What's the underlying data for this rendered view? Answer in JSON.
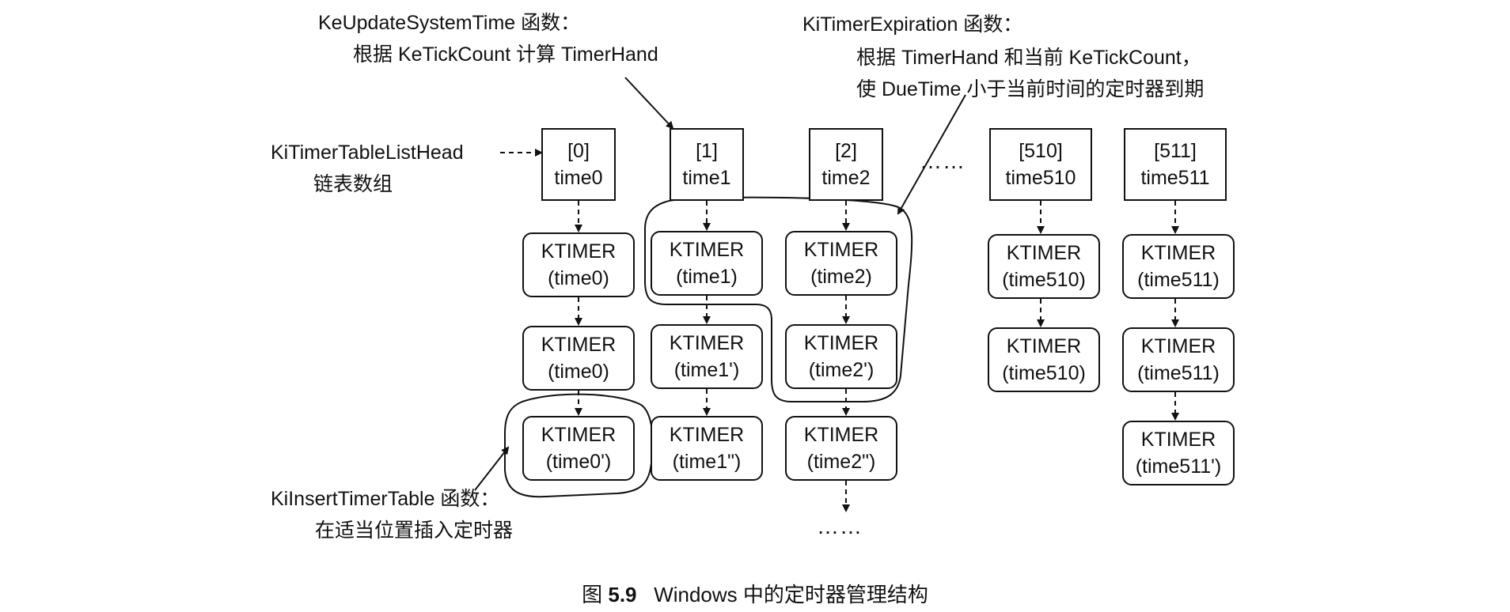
{
  "annotations": {
    "update_func": "KeUpdateSystemTime 函数：",
    "update_desc": "根据 KeTickCount 计算 TimerHand",
    "expire_func": "KiTimerExpiration 函数：",
    "expire_desc1": "根据 TimerHand 和当前 KeTickCount，",
    "expire_desc2": "使 DueTime 小于当前时间的定时器到期",
    "table_head": "KiTimerTableListHead",
    "table_head_desc": "链表数组",
    "insert_func": "KiInsertTimerTable 函数：",
    "insert_desc": "在适当位置插入定时器"
  },
  "ellipsis": "……",
  "ellipsis_bottom": "……",
  "columns": [
    {
      "index": "[0]",
      "time": "time0",
      "timers": [
        {
          "t": "KTIMER",
          "s": "(time0)"
        },
        {
          "t": "KTIMER",
          "s": "(time0)"
        },
        {
          "t": "KTIMER",
          "s": "(time0')"
        }
      ]
    },
    {
      "index": "[1]",
      "time": "time1",
      "timers": [
        {
          "t": "KTIMER",
          "s": "(time1)"
        },
        {
          "t": "KTIMER",
          "s": "(time1')"
        },
        {
          "t": "KTIMER",
          "s": "(time1\")"
        }
      ]
    },
    {
      "index": "[2]",
      "time": "time2",
      "timers": [
        {
          "t": "KTIMER",
          "s": "(time2)"
        },
        {
          "t": "KTIMER",
          "s": "(time2')"
        },
        {
          "t": "KTIMER",
          "s": "(time2\")"
        }
      ]
    },
    {
      "index": "[510]",
      "time": "time510",
      "timers": [
        {
          "t": "KTIMER",
          "s": "(time510)"
        },
        {
          "t": "KTIMER",
          "s": "(time510)"
        }
      ]
    },
    {
      "index": "[511]",
      "time": "time511",
      "timers": [
        {
          "t": "KTIMER",
          "s": "(time511)"
        },
        {
          "t": "KTIMER",
          "s": "(time511)"
        },
        {
          "t": "KTIMER",
          "s": "(time511')"
        }
      ]
    }
  ],
  "caption": {
    "prefix": "图",
    "number": "5.9",
    "title": "Windows 中的定时器管理结构"
  }
}
